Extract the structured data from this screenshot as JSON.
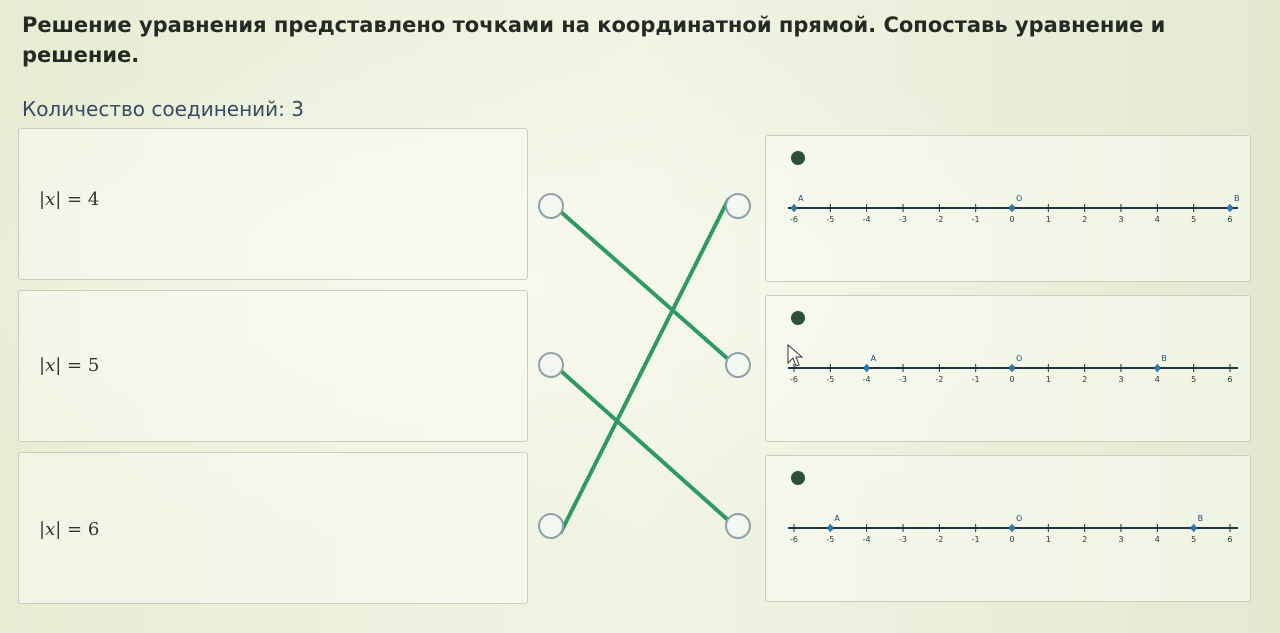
{
  "task": {
    "title": "Решение уравнения представлено точками на координатной прямой. Сопоставь уравнение и решение.",
    "connections_label": "Количество соединений: 3"
  },
  "equations": [
    {
      "left": "|x|",
      "eq": "= 4"
    },
    {
      "left": "|x|",
      "eq": "= 5"
    },
    {
      "left": "|x|",
      "eq": "= 6"
    }
  ],
  "number_lines": {
    "ticks": [
      "-6",
      "-5",
      "-4",
      "-3",
      "-2",
      "-1",
      "0",
      "1",
      "2",
      "3",
      "4",
      "5",
      "6"
    ],
    "items": [
      {
        "points": [
          {
            "value": -6,
            "label": "A"
          },
          {
            "value": 0,
            "label": "O"
          },
          {
            "value": 6,
            "label": "B"
          }
        ]
      },
      {
        "points": [
          {
            "value": -4,
            "label": "A"
          },
          {
            "value": 0,
            "label": "O"
          },
          {
            "value": 4,
            "label": "B"
          }
        ]
      },
      {
        "points": [
          {
            "value": -5,
            "label": "A"
          },
          {
            "value": 0,
            "label": "O"
          },
          {
            "value": 5,
            "label": "B"
          }
        ]
      }
    ]
  },
  "connections": [
    {
      "from": 0,
      "to": 1
    },
    {
      "from": 1,
      "to": 2
    },
    {
      "from": 2,
      "to": 0
    }
  ],
  "colors": {
    "wire": "#2e9a63",
    "point": "#2a7ab0",
    "axis": "#1f3340"
  }
}
